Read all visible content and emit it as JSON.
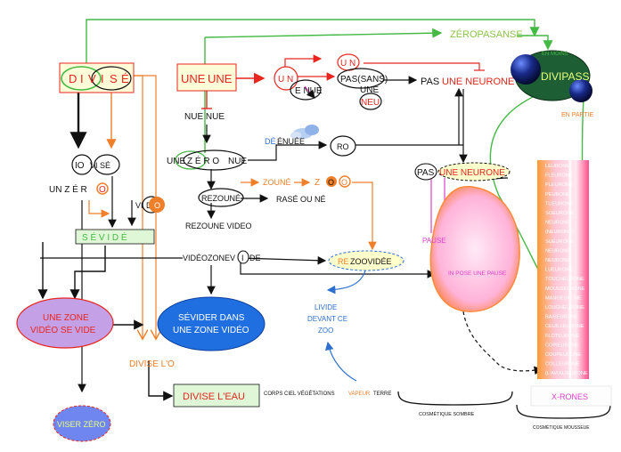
{
  "colors": {
    "green": "#44b944",
    "orange": "#f07f2a",
    "red": "#e8251f",
    "pink": "#e040c8",
    "blue": "#2e6fd0",
    "darkgreen": "#1e4f2a",
    "navy": "#0f2060"
  },
  "nodes": {
    "divise_d": "D",
    "divise_i1": "I",
    "divise_v": "V",
    "divise_i2": "I",
    "divise_s": "S",
    "divise_e": "É",
    "une_une_left": "UNE",
    "une_une_right": "UNE",
    "nue_nue": "NUE NUE",
    "u_n_1": "U N",
    "e_nue": "E NUE",
    "u_n_2": "U N",
    "pas_sans": "PAS(SANS)",
    "une": "UNE",
    "neu": "NEU",
    "pas_une_neurone_prefix": "PAS",
    "pas_une_neurone_suffix": "UNE NEURONE",
    "zeropasanse": "ZÉROPASANSE",
    "divipass": "DIVIPASS",
    "en_moins": "EN MOINS",
    "en_partie": "EN PARTIE",
    "de_enuee_prefix": "DÉ",
    "de_enuee_suffix": "ÉNUÉE",
    "ro": "RO",
    "une_zero_nue_a": "UNE",
    "une_zero_nue_b": "Z É R O",
    "une_zero_nue_c": "NUE",
    "io": "IO",
    "vi_se": "VI SÉ",
    "un_zero": "UN  Z  É  R",
    "un_zero_o": "O",
    "vi_de_o_a": "VI",
    "vi_de_o_b": "DÉ",
    "vi_de_o_c": "O",
    "sevide": "S É V I D É",
    "rezoune": "REZOUNÉ",
    "zoune": "ZOUNÉ",
    "z_o_o_a": "Z",
    "z_o_o_b": "O",
    "z_o_o_c": "O",
    "rase_ou_ne": "RASÉ OU NÉ",
    "rezoune_video": "REZOUNE VIDEO",
    "videozonevide_a": "VIDÉOZONEV",
    "videozonevide_b": "I",
    "videozonevide_c": "DE",
    "rezoovidee_a": "RE",
    "rezoovidee_b": "ZOOVIDÉE",
    "une_zone_video_line1": "UNE ZONE",
    "une_zone_video_line2": "VIDÉO SE VIDE",
    "sevider_line1": "SÉVIDER DANS",
    "sevider_line2": "UNE ZONE VIDÉO",
    "livide_line1": "LIVIDE",
    "livide_line2": "DEVANT CE",
    "livide_line3": "ZOO",
    "divise_lo": "DIVISE L'O",
    "divise_leau": "DIVISE L'EAU",
    "corps_a": "CORPS CIEL VÉGÉTATIONS",
    "corps_b": "VAPEUR",
    "corps_c": "TERRE",
    "viser_zero": "VISER ZÉRO",
    "pause": "PAUSE",
    "in_pose": "IN POSE UNE PAUSE",
    "x_rones": "X-RONES",
    "cosmetique_sombre": "COSMÉTIQUE SOMBRE",
    "cosmetique_mousseuse": "COSMÉTIQUE MOUSSEUE"
  },
  "neurone_list": [
    "LEURONE",
    "FLEURONE",
    "PLEURONE",
    "PEURONE",
    "TUEURONE",
    "SOEURONE",
    "NEURONE",
    "(NEURONE)",
    "SUEURONE",
    "NEURONE",
    "NEURONE",
    "LUEURONE",
    "TOUCHEURONE",
    "MOUSSEURONE",
    "MANGEURONE",
    "LOUGHEURONE",
    "BAISEURONE",
    "CEUILLEURONE",
    "FLOTEURONE",
    "COPIEURONE",
    "COUPEURONE",
    "COLLEURONE",
    "(L'AV(AL)EURONE"
  ]
}
